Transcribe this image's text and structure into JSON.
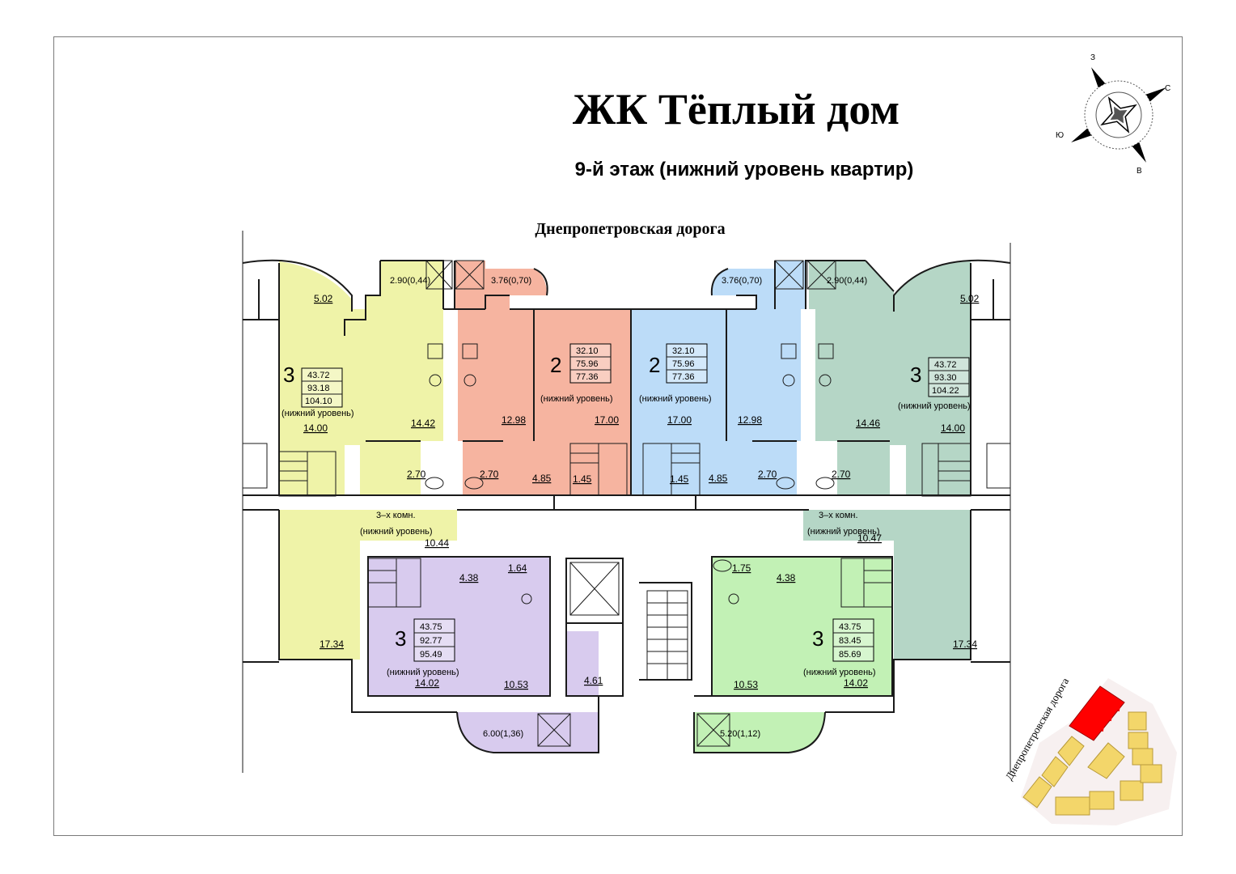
{
  "title": "ЖК Тёплый дом",
  "subtitle": "9-й  этаж  (нижний уровень квартир)",
  "road_label": "Днепропетровская дорога",
  "colors": {
    "yellow": "#eff3a8",
    "salmon": "#f6b4a0",
    "blue": "#bcdcf8",
    "teal": "#b5d6c6",
    "purple": "#d8cbee",
    "green": "#c2f1b5",
    "building_red": "#ff0000",
    "building_yellow": "#f3d66a"
  },
  "apartments": [
    {
      "id": "top-left-3",
      "rooms": "3",
      "areas": [
        "43.72",
        "93.18",
        "104.10"
      ],
      "note": "(нижний уровень)"
    },
    {
      "id": "top-left-2",
      "rooms": "2",
      "areas": [
        "32.10",
        "75.96",
        "77.36"
      ],
      "note": "(нижний уровень)"
    },
    {
      "id": "top-right-2",
      "rooms": "2",
      "areas": [
        "32.10",
        "75.96",
        "77.36"
      ],
      "note": "(нижний уровень)"
    },
    {
      "id": "top-right-3",
      "rooms": "3",
      "areas": [
        "43.72",
        "93.30",
        "104.22"
      ],
      "note": "(нижний уровень)"
    },
    {
      "id": "bottom-left-3",
      "rooms": "3",
      "areas": [
        "43.75",
        "92.77",
        "95.49"
      ],
      "note": "(нижний уровень)"
    },
    {
      "id": "bottom-right-3",
      "rooms": "3",
      "areas": [
        "43.75",
        "83.45",
        "85.69"
      ],
      "note": "(нижний уровень)"
    }
  ],
  "balconies": [
    "2.90(0,44)",
    "3.76(0,70)",
    "3.76(0,70)",
    "2.90(0,44)",
    "6.00(1,36)",
    "5.20(1,12)"
  ],
  "rooms": {
    "r_5_02_l": "5.02",
    "r_14_00_l": "14.00",
    "r_14_42": "14.42",
    "r_2_70_a": "2.70",
    "r_2_70_b": "2.70",
    "r_12_98_l": "12.98",
    "r_17_00_l": "17.00",
    "r_4_85_l": "4.85",
    "r_1_45_l": "1.45",
    "r_1_45_r": "1.45",
    "r_4_85_r": "4.85",
    "r_17_00_r": "17.00",
    "r_12_98_r": "12.98",
    "r_2_70_c": "2.70",
    "r_2_70_d": "2.70",
    "r_14_46": "14.46",
    "r_14_00_r": "14.00",
    "r_5_02_r": "5.02",
    "r_10_44": "10.44",
    "r_10_47": "10.47",
    "r_17_34_l": "17.34",
    "r_17_34_r": "17.34",
    "r_4_38_l": "4.38",
    "r_1_64": "1.64",
    "r_14_02_l": "14.02",
    "r_10_53_l": "10.53",
    "r_4_61": "4.61",
    "r_1_75": "1.75",
    "r_4_38_r": "4.38",
    "r_10_53_r": "10.53",
    "r_14_02_r": "14.02"
  },
  "three_room_note": "3–х комн.",
  "lower_level_note": "(нижний уровень)",
  "compass": {
    "n": "С",
    "s": "Ю",
    "e": "В",
    "w": "З"
  },
  "site_map_label": "Днепропетровская дорога"
}
